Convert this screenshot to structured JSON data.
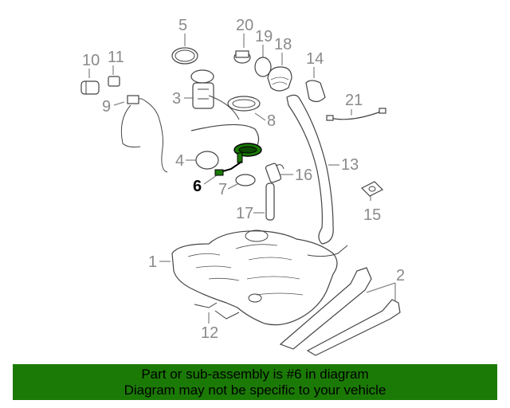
{
  "diagram": {
    "callouts": [
      {
        "id": "1",
        "text": "1"
      },
      {
        "id": "2",
        "text": "2"
      },
      {
        "id": "3",
        "text": "3"
      },
      {
        "id": "4",
        "text": "4"
      },
      {
        "id": "5",
        "text": "5"
      },
      {
        "id": "6",
        "text": "6"
      },
      {
        "id": "7",
        "text": "7"
      },
      {
        "id": "8",
        "text": "8"
      },
      {
        "id": "9",
        "text": "9"
      },
      {
        "id": "10",
        "text": "10"
      },
      {
        "id": "11",
        "text": "11"
      },
      {
        "id": "12",
        "text": "12"
      },
      {
        "id": "13",
        "text": "13"
      },
      {
        "id": "14",
        "text": "14"
      },
      {
        "id": "15",
        "text": "15"
      },
      {
        "id": "16",
        "text": "16"
      },
      {
        "id": "17",
        "text": "17"
      },
      {
        "id": "18",
        "text": "18"
      },
      {
        "id": "19",
        "text": "19"
      },
      {
        "id": "20",
        "text": "20"
      },
      {
        "id": "21",
        "text": "21"
      }
    ],
    "highlighted_part": "6",
    "highlight_color": "#1b7a06"
  },
  "banner": {
    "line1": "Part or sub-assembly is #6 in diagram",
    "line2": "Diagram may not be specific to your vehicle",
    "background": "#1b7a06"
  }
}
